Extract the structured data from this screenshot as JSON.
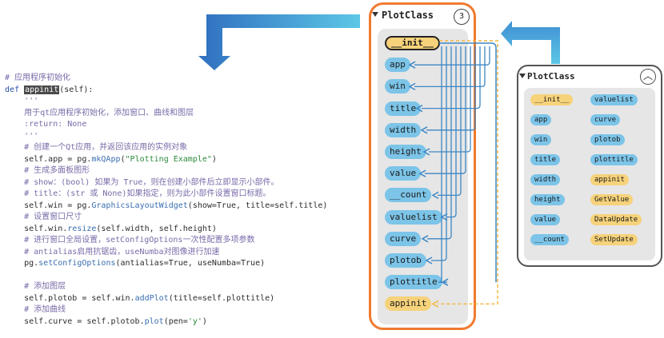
{
  "code_lines": [
    [
      {
        "t": "# 应用程序初始化",
        "c": "cm"
      }
    ],
    [
      {
        "t": "def ",
        "c": "kw"
      },
      {
        "t": "appinit",
        "c": "hl"
      },
      {
        "t": "(self):",
        "c": ""
      }
    ],
    [
      {
        "t": "    '''",
        "c": "cm"
      }
    ],
    [
      {
        "t": "    用于qt应用程序初始化，添加窗口、曲线和图层",
        "c": "cm"
      }
    ],
    [
      {
        "t": "    :return: None",
        "c": "cm"
      }
    ],
    [
      {
        "t": "    '''",
        "c": "cm"
      }
    ],
    [
      {
        "t": "    # 创建一个Qt应用，并返回该应用的实例对象",
        "c": "cm"
      }
    ],
    [
      {
        "t": "    self.app = pg.",
        "c": ""
      },
      {
        "t": "mkQApp",
        "c": "fn"
      },
      {
        "t": "(",
        "c": ""
      },
      {
        "t": "\"Plotting Example\"",
        "c": "st"
      },
      {
        "t": ")",
        "c": ""
      }
    ],
    [
      {
        "t": "    # 生成多面板图形",
        "c": "cm"
      }
    ],
    [
      {
        "t": "    # show：(bool) 如果为 True，则在创建小部件后立即显示小部件。",
        "c": "cm"
      }
    ],
    [
      {
        "t": "    # title：(str 或 None)如果指定，则为此小部件设置窗口标题。",
        "c": "cm"
      }
    ],
    [
      {
        "t": "    self.win = pg.",
        "c": ""
      },
      {
        "t": "GraphicsLayoutWidget",
        "c": "fn"
      },
      {
        "t": "(show=True, title=self.title)",
        "c": ""
      }
    ],
    [
      {
        "t": "    # 设置窗口尺寸",
        "c": "cm"
      }
    ],
    [
      {
        "t": "    self.win.",
        "c": ""
      },
      {
        "t": "resize",
        "c": "fn"
      },
      {
        "t": "(self.width, self.height)",
        "c": ""
      }
    ],
    [
      {
        "t": "    # 进行窗口全局设置，setConfigOptions一次性配置多项参数",
        "c": "cm"
      }
    ],
    [
      {
        "t": "    # antialias启用抗锯齿，useNumba对图像进行加速",
        "c": "cm"
      }
    ],
    [
      {
        "t": "    pg.",
        "c": ""
      },
      {
        "t": "setConfigOptions",
        "c": "fn"
      },
      {
        "t": "(antialias=True, useNumba=True)",
        "c": ""
      }
    ],
    [
      {
        "t": "",
        "c": ""
      }
    ],
    [
      {
        "t": "    # 添加图层",
        "c": "cm"
      }
    ],
    [
      {
        "t": "    self.plotob = self.win.",
        "c": ""
      },
      {
        "t": "addPlot",
        "c": "fn"
      },
      {
        "t": "(title=self.plottitle)",
        "c": ""
      }
    ],
    [
      {
        "t": "    # 添加曲线",
        "c": "cm"
      }
    ],
    [
      {
        "t": "    self.curve = self.plotob.",
        "c": ""
      },
      {
        "t": "plot",
        "c": "fn"
      },
      {
        "t": "(pen=",
        "c": ""
      },
      {
        "t": "'y'",
        "c": "st"
      },
      {
        "t": ")",
        "c": ""
      }
    ]
  ],
  "panel1": {
    "title": "PlotClass",
    "badge": "3",
    "items": [
      {
        "label": "__init__",
        "color": "yellow",
        "highlight": true
      },
      {
        "label": "app",
        "color": "blue"
      },
      {
        "label": "win",
        "color": "blue"
      },
      {
        "label": "title",
        "color": "blue"
      },
      {
        "label": "width",
        "color": "blue"
      },
      {
        "label": "height",
        "color": "blue"
      },
      {
        "label": "value",
        "color": "blue"
      },
      {
        "label": "__count",
        "color": "blue"
      },
      {
        "label": "valuelist",
        "color": "blue"
      },
      {
        "label": "curve",
        "color": "blue"
      },
      {
        "label": "plotob",
        "color": "blue"
      },
      {
        "label": "plottitle",
        "color": "blue"
      },
      {
        "label": "appinit",
        "color": "yellow"
      }
    ]
  },
  "panel2": {
    "title": "PlotClass",
    "collapse_icon": "chevron-up-icon",
    "col1": [
      {
        "label": "__init__",
        "color": "yellow"
      },
      {
        "label": "app",
        "color": "blue"
      },
      {
        "label": "win",
        "color": "blue"
      },
      {
        "label": "title",
        "color": "blue"
      },
      {
        "label": "width",
        "color": "blue"
      },
      {
        "label": "height",
        "color": "blue"
      },
      {
        "label": "value",
        "color": "blue"
      },
      {
        "label": "__count",
        "color": "blue"
      }
    ],
    "col2": [
      {
        "label": "valuelist",
        "color": "blue"
      },
      {
        "label": "curve",
        "color": "blue"
      },
      {
        "label": "plotob",
        "color": "blue"
      },
      {
        "label": "plottitle",
        "color": "blue"
      },
      {
        "label": "appinit",
        "color": "yellow"
      },
      {
        "label": "GetValue",
        "color": "yellow"
      },
      {
        "label": "DataUpdate",
        "color": "yellow"
      },
      {
        "label": "SetUpdate",
        "color": "yellow"
      }
    ]
  },
  "colors": {
    "blue_member": "#7cc4e8",
    "yellow_method": "#f6d27a",
    "panel_border": "#f07a2e",
    "link_line": "#3d87c4",
    "dashed_link": "#f2b640",
    "big_arrow": "#3f8fd2"
  }
}
